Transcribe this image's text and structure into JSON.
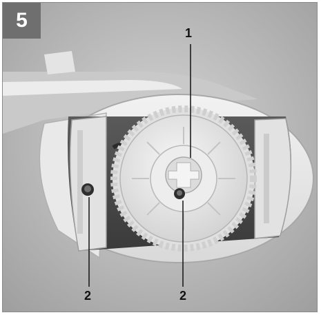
{
  "figure": {
    "number": "5"
  },
  "callouts": {
    "one": "1",
    "two_left": "2",
    "two_right": "2"
  }
}
